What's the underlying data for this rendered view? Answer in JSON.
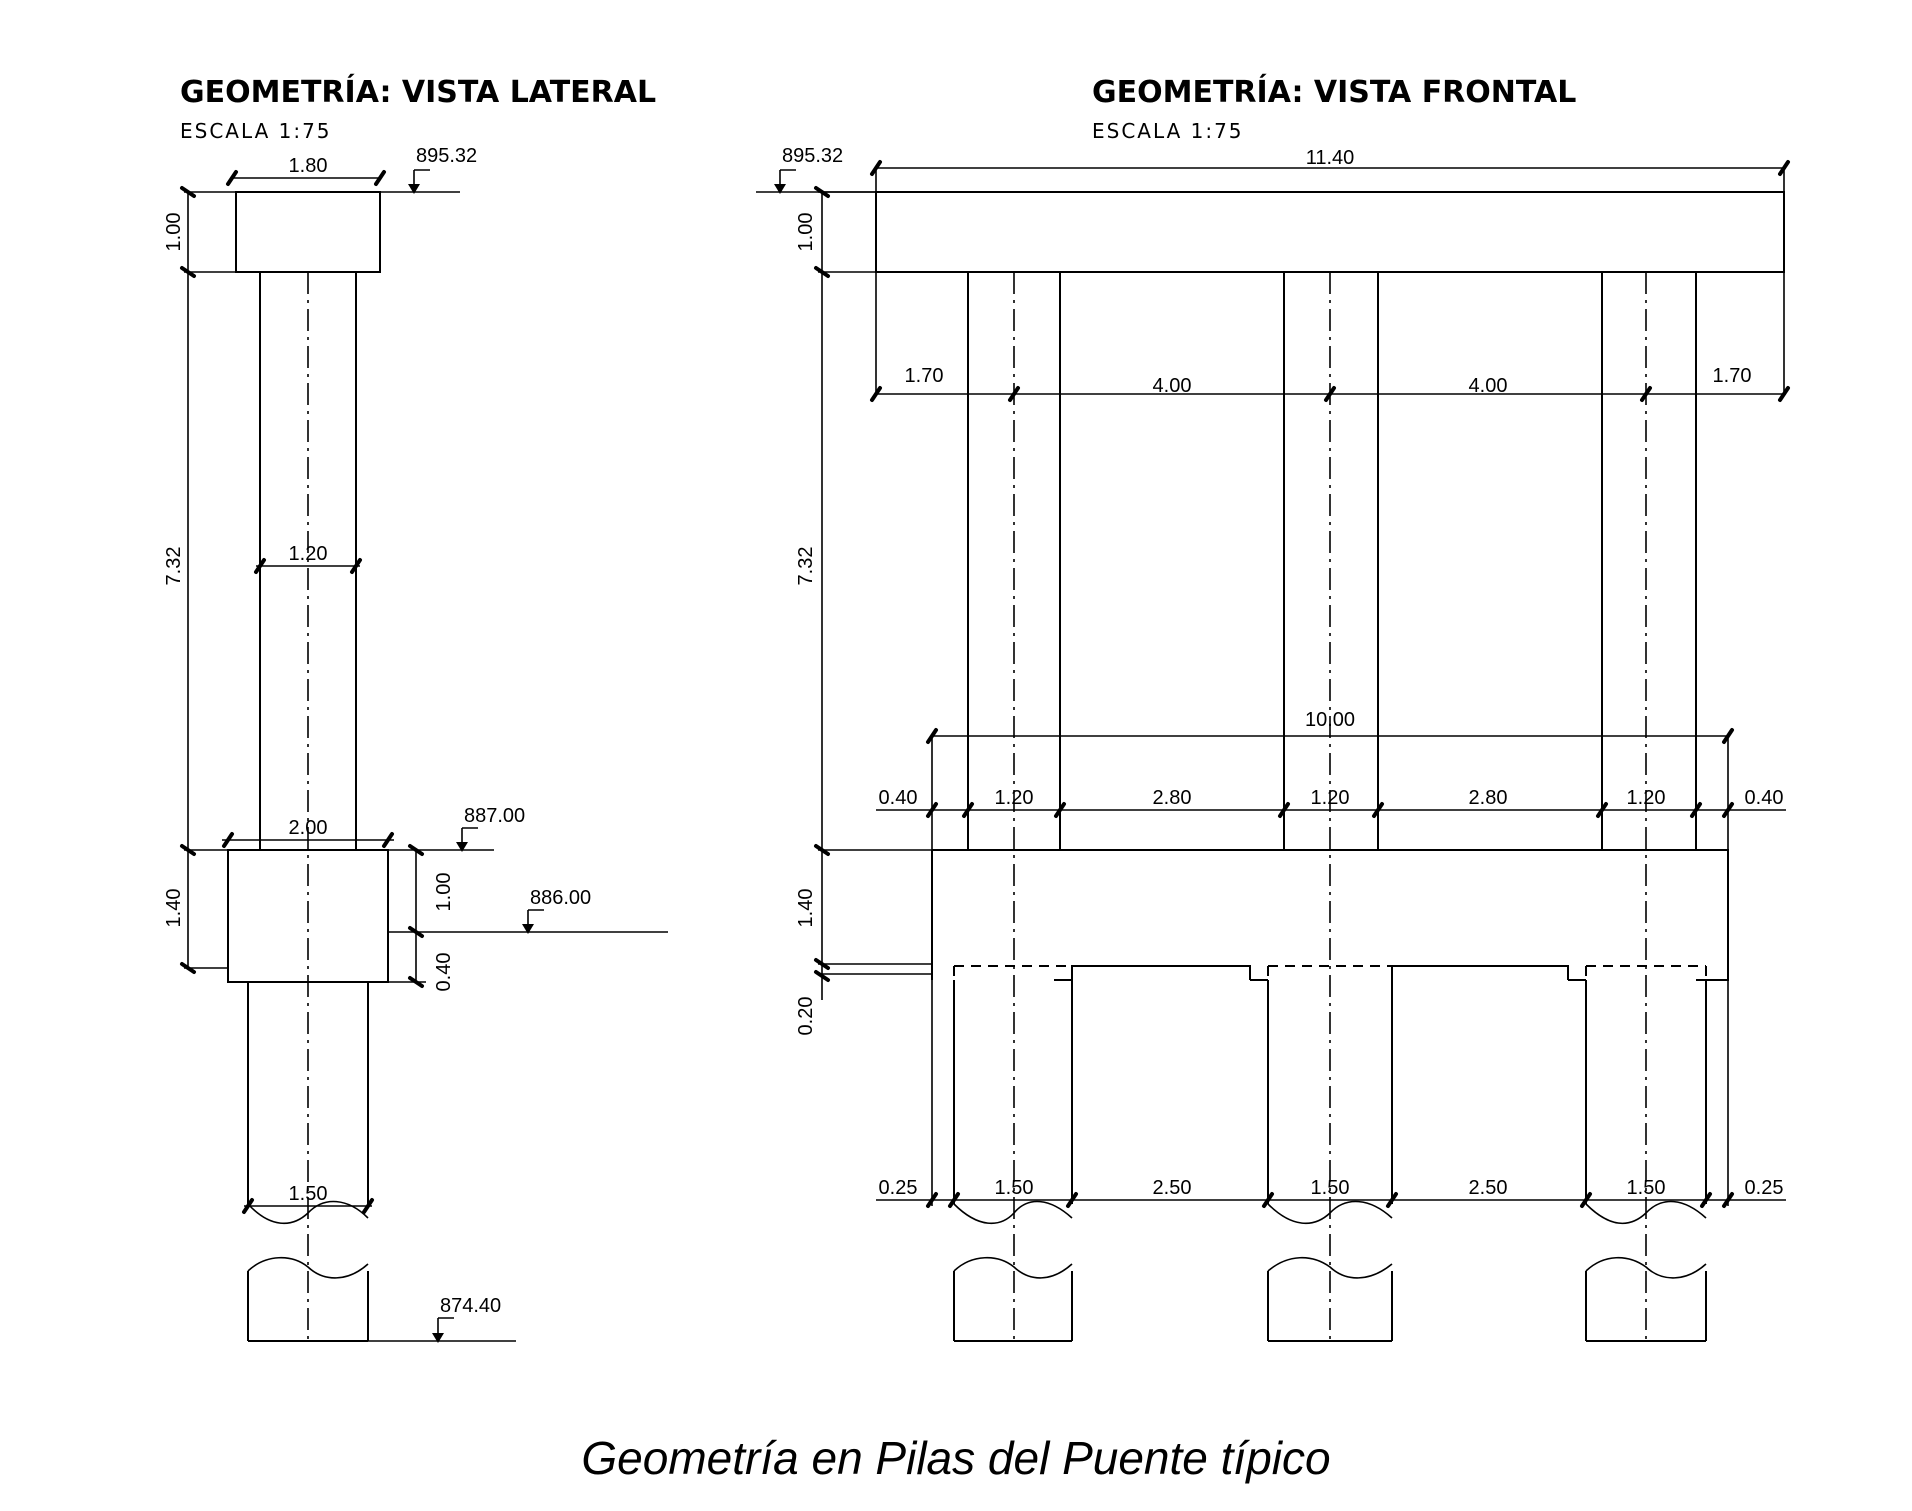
{
  "lateral": {
    "title": "GEOMETRÍA: VISTA LATERAL",
    "scale": "ESCALA 1:75",
    "dims": {
      "cap_width": "1.80",
      "cap_height": "1.00",
      "column_height": "7.32",
      "column_width": "1.20",
      "footing_width": "2.00",
      "footing_height": "1.40",
      "footing_upper": "1.00",
      "footing_lower": "0.40",
      "pile_width": "1.50"
    },
    "elevations": {
      "top": "895.32",
      "footing_top": "887.00",
      "ground": "886.00",
      "pile_tip": "874.40"
    }
  },
  "frontal": {
    "title": "GEOMETRÍA: VISTA FRONTAL",
    "scale": "ESCALA 1:75",
    "elevation_top": "895.32",
    "dims": {
      "total_length": "11.40",
      "cap_height": "1.00",
      "column_height": "7.32",
      "footing_height": "1.40",
      "footing_step": "0.20",
      "footing_length": "10.00"
    },
    "cap_spacing": [
      "1.70",
      "4.00",
      "4.00",
      "1.70"
    ],
    "column_spacing": [
      "0.40",
      "1.20",
      "2.80",
      "1.20",
      "2.80",
      "1.20",
      "0.40"
    ],
    "pile_spacing": [
      "0.25",
      "1.50",
      "2.50",
      "1.50",
      "2.50",
      "1.50",
      "0.25"
    ]
  },
  "caption": "Geometría en Pilas del Puente típico"
}
